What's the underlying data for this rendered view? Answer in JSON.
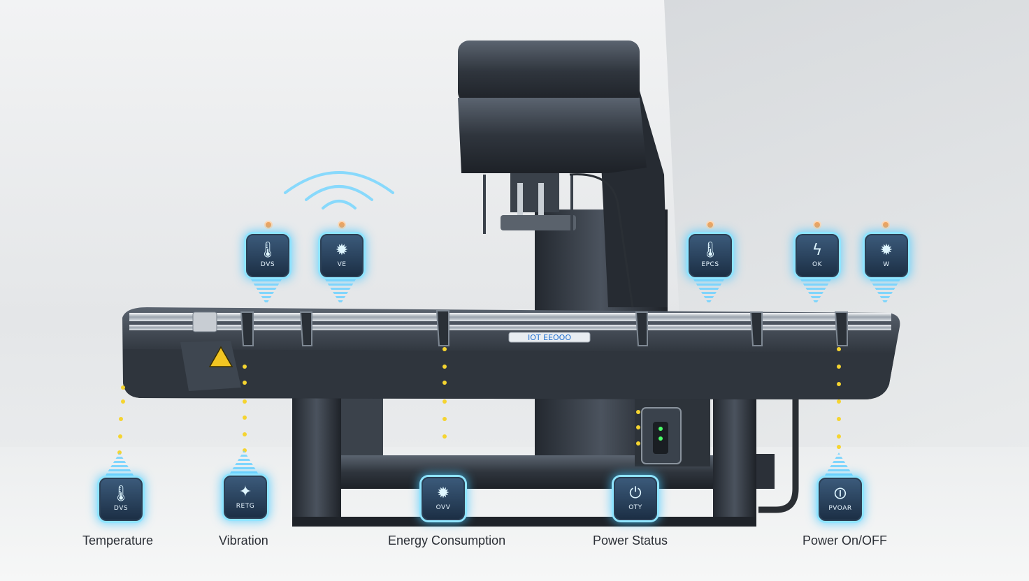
{
  "plate": {
    "code": "IOT EEOOO"
  },
  "upper_sensors": [
    {
      "icon_name": "thermometer-icon",
      "glyph": "🌡",
      "value": "DVS"
    },
    {
      "icon_name": "gear-bug-icon",
      "glyph": "✹",
      "value": "VE"
    },
    {
      "icon_name": "thermometer-icon",
      "glyph": "🌡",
      "value": "EPCS"
    },
    {
      "icon_name": "lightning-icon",
      "glyph": "ϟ",
      "value": "OK"
    },
    {
      "icon_name": "gear-bug-icon",
      "glyph": "✹",
      "value": "W"
    }
  ],
  "lower_sensors": [
    {
      "icon_name": "thermometer-icon",
      "glyph": "🌡",
      "value": "DVS",
      "label": "Temperature"
    },
    {
      "icon_name": "vibration-icon",
      "glyph": "✦",
      "value": "RETG",
      "label": "Vibration"
    },
    {
      "icon_name": "energy-gear-icon",
      "glyph": "✹",
      "value": "OVV",
      "label": "Energy Consumption"
    },
    {
      "icon_name": "power-plug-icon",
      "glyph": "⏻",
      "value": "OTY",
      "label": "Power Status"
    },
    {
      "icon_name": "power-switch-icon",
      "glyph": "⏼",
      "value": "PVOAR",
      "label": "Power On/OFF"
    }
  ],
  "colors": {
    "accent": "#6fd4ff",
    "dot": "#f5d430",
    "machine_dark": "#2b3038",
    "warning": "#f2c522"
  }
}
